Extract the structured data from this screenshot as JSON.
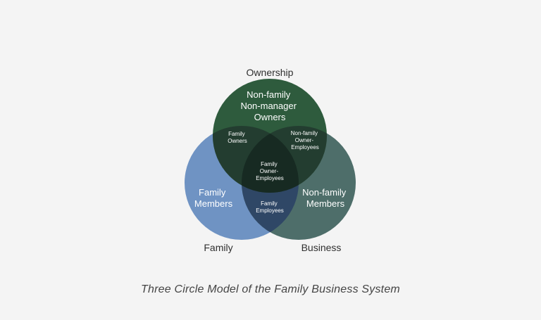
{
  "diagram": {
    "colors": {
      "background": "#f4f4f4",
      "ownership": "#2e5b3d",
      "family": "#6f93c3",
      "business": "#4e6e6a",
      "text_light": "#ffffff",
      "text_dark": "#2f2f2f"
    },
    "circles": {
      "ownership": {
        "label": "Ownership"
      },
      "family": {
        "label": "Family"
      },
      "business": {
        "label": "Business"
      }
    },
    "regions": {
      "ownership_only": {
        "lines": [
          "Non-family",
          "Non-manager",
          "Owners"
        ]
      },
      "family_only": {
        "lines": [
          "Family",
          "Members"
        ]
      },
      "business_only": {
        "lines": [
          "Non-family",
          "Members"
        ]
      },
      "ownership_family": {
        "lines": [
          "Family",
          "Owners"
        ]
      },
      "ownership_business": {
        "lines": [
          "Non-family",
          "Owner-",
          "Employees"
        ]
      },
      "family_business": {
        "lines": [
          "Family",
          "Employees"
        ]
      },
      "center": {
        "lines": [
          "Family",
          "Owner-",
          "Employees"
        ]
      }
    }
  },
  "caption": "Three Circle Model of the Family Business System"
}
